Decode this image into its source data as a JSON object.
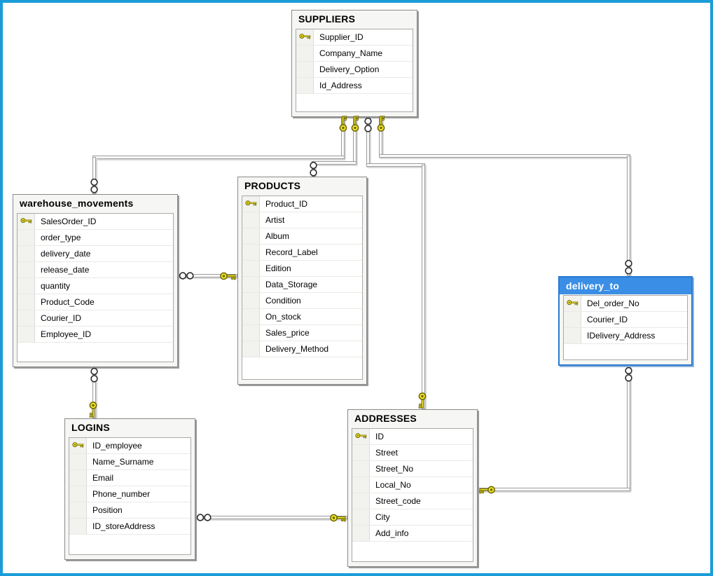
{
  "diagram": {
    "kind": "database-relationship-diagram",
    "colors": {
      "frame": "#1b9cd9",
      "selected_header": "#3a8ee5",
      "selected_border": "#2a7ad2",
      "key_icon_fill": "#f0e52c",
      "node_background": "#f6f6f4"
    },
    "tables": {
      "suppliers": {
        "title": "SUPPLIERS",
        "fields": [
          {
            "name": "Supplier_ID",
            "key": true
          },
          {
            "name": "Company_Name"
          },
          {
            "name": "Delivery_Option"
          },
          {
            "name": "Id_Address"
          }
        ]
      },
      "warehouse_movements": {
        "title": "warehouse_movements",
        "fields": [
          {
            "name": "SalesOrder_ID",
            "key": true
          },
          {
            "name": "order_type"
          },
          {
            "name": "delivery_date"
          },
          {
            "name": "release_date"
          },
          {
            "name": "quantity"
          },
          {
            "name": "Product_Code"
          },
          {
            "name": "Courier_ID"
          },
          {
            "name": "Employee_ID"
          }
        ]
      },
      "products": {
        "title": "PRODUCTS",
        "fields": [
          {
            "name": "Product_ID",
            "key": true
          },
          {
            "name": "Artist"
          },
          {
            "name": "Album"
          },
          {
            "name": "Record_Label"
          },
          {
            "name": "Edition"
          },
          {
            "name": "Data_Storage"
          },
          {
            "name": "Condition"
          },
          {
            "name": "On_stock"
          },
          {
            "name": "Sales_price"
          },
          {
            "name": "Delivery_Method"
          }
        ]
      },
      "delivery_to": {
        "title": "delivery_to",
        "selected": true,
        "fields": [
          {
            "name": "Del_order_No",
            "key": true
          },
          {
            "name": "Courier_ID"
          },
          {
            "name": "IDelivery_Address"
          }
        ]
      },
      "logins": {
        "title": "LOGINS",
        "fields": [
          {
            "name": "ID_employee",
            "key": true
          },
          {
            "name": "Name_Surname"
          },
          {
            "name": "Email"
          },
          {
            "name": "Phone_number"
          },
          {
            "name": "Position"
          },
          {
            "name": "ID_storeAddress"
          }
        ]
      },
      "addresses": {
        "title": "ADDRESSES",
        "fields": [
          {
            "name": "ID",
            "key": true
          },
          {
            "name": "Street"
          },
          {
            "name": "Street_No"
          },
          {
            "name": "Local_No"
          },
          {
            "name": "Street_code"
          },
          {
            "name": "City"
          },
          {
            "name": "Add_info"
          }
        ]
      }
    },
    "relationships": [
      {
        "many_side": "warehouse_movements",
        "one_side": "SUPPLIERS"
      },
      {
        "many_side": "PRODUCTS",
        "one_side": "SUPPLIERS"
      },
      {
        "many_side": "SUPPLIERS",
        "one_side": "ADDRESSES"
      },
      {
        "many_side": "delivery_to",
        "one_side": "SUPPLIERS"
      },
      {
        "many_side": "delivery_to",
        "one_side": "ADDRESSES"
      },
      {
        "many_side": "warehouse_movements",
        "one_side": "PRODUCTS"
      },
      {
        "many_side": "warehouse_movements",
        "one_side": "LOGINS"
      },
      {
        "many_side": "LOGINS",
        "one_side": "ADDRESSES"
      }
    ]
  }
}
